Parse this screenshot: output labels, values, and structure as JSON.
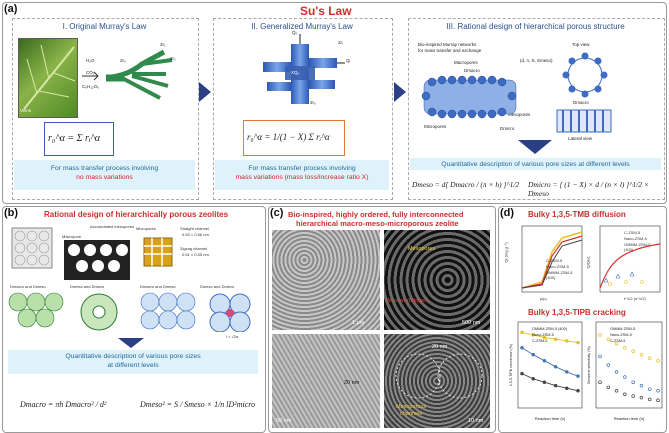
{
  "a": {
    "label": "(a)",
    "title": "Su's Law",
    "col1": {
      "title": "I. Original Murray's Law",
      "formula_left": "r",
      "formula_text": "r₀^α = Σ rᵢ^α",
      "sum_top": "N",
      "sum_bottom": "i = 1",
      "desc1": "For mass transfer process involving",
      "desc2": "no mass variations",
      "img_labels": {
        "h2o": "H₂O",
        "co2": "CO₂",
        "glucose": "C₆H₁₂O₆",
        "veins": "Veins",
        "r1": "2r₁",
        "r2": "2r₂",
        "rc": "2r₀"
      }
    },
    "col2": {
      "title": "II. Generalized Murray's Law",
      "formula_text": "r₀^α = 1/(1 − X) Σ rᵢ^α",
      "desc1": "For mass transfer process involving",
      "desc2": "mass variations (mass loss/increase ratio X)",
      "img_labels": {
        "q0": "Q₀",
        "qi": "Qᵢ",
        "xq": "XQ₀",
        "r0": "2r₀",
        "ri": "2rᵢ"
      }
    },
    "col3": {
      "title": "III. Rational design of hierarchical porous structure",
      "net_label1": "Bio-inspired Murray networks",
      "net_label2": "for mass transfer and exchange",
      "macropores": "Macropores",
      "mesopores": "Mesopores",
      "micropores": "Micropores",
      "top_view": "Top view",
      "lateral_view": "Lateral view",
      "params": "(d, n, S, Smeso)",
      "dmacro": "Dmacro",
      "dmeso": "Dmeso",
      "dmicro": "Dmicro",
      "desc": "Quantitative description of various pore sizes at different levels",
      "formula_meso": "Dmeso = d[ Dmacro / (π × h) ]^1/2",
      "formula_micro": "Dmicro = [ (1 − X) × d / (n × l) ]^1/2 × Dmeso"
    }
  },
  "b": {
    "label": "(b)",
    "title": "Rational design of hierarchically porous zeolites",
    "accum": "Accumulated mesopores",
    "macropore": "Macropore",
    "micropores": "Micropores",
    "straight": "Straight channel",
    "straight_dim": "0.53 × 0.56 nm",
    "zigzag": "Zigzag channel",
    "zigzag_dim": "0.51 × 0.55 nm",
    "dmacro_dmeso_1": "Dmacro and Dmeso",
    "dmeso_dmicro_1": "Dmeso and Dmicro",
    "dmacro_dmeso_2": "Dmacro and Dmeso",
    "dmeso_dmicro_2": "Dmeso and Dmicro",
    "l_eq": "l = √2a",
    "desc1": "Quantitative description of various pore sizes",
    "desc2": "at different levels",
    "formula1": "Dmacro = πh Dmacro² / d²",
    "formula2": "Dmeso² = S / Smeso × 1/n lD²micro"
  },
  "c": {
    "label": "(c)",
    "title1": "Bio-inspired, highly ordered, fully interconnected",
    "title2": "hierarchical macro-meso-microporous zeolite",
    "scale1": "1 μm",
    "scale2": "500 nm",
    "scale3": "50 nm",
    "scale4": "10 nm",
    "meso_label": "Mesopores",
    "d20a": "20 nm",
    "d20b": "20 nm",
    "mesoporous_label1": "Mesoporous",
    "mesoporous_label2": "channels",
    "window_label": "Window (bridges)"
  },
  "d": {
    "label": "(d)",
    "title1": "Bulky 1,3,5-TMB diffusion",
    "title2": "Bulky 1,3,5-TIPB cracking",
    "legend1": [
      "C-ZSM-5",
      "Nano-ZSM-5",
      "OMMM-ZSM-5 (400)"
    ],
    "legend2": [
      "OMMM-ZSM-5 (400)",
      "Nano-ZSM-5",
      "C-ZSM-5"
    ],
    "legend3": [
      "OMMM-ZSM-5",
      "Nano-ZSM-5",
      "C-ZSM-5"
    ],
    "ylabel1": "Qt (mg g⁻¹)",
    "xlabel1": "p/p₀",
    "ylabel2": "Q/Qeq",
    "xlabel2": "t^1/2 (s^1/2)",
    "ylabel3": "1,3,5-TIPB conversion (%)",
    "xlabel3": "Reaction time (h)",
    "ylabel4": "Benzene selectivity (%)",
    "xlabel4": "Reaction time (h)",
    "colors": {
      "red": "#d73027",
      "blue": "#4575b4",
      "yellow": "#e6c02a",
      "gray": "#444444"
    },
    "chart_data": [
      {
        "type": "line",
        "x": [
          0,
          2,
          4,
          6,
          8,
          10
        ],
        "series": [
          {
            "name": "OMMM-ZSM-5 (400)",
            "values": [
              88,
              85,
              82,
              80,
              78,
              76
            ]
          },
          {
            "name": "Nano-ZSM-5",
            "values": [
              70,
              62,
              55,
              48,
              42,
              37
            ]
          },
          {
            "name": "C-ZSM-5",
            "values": [
              40,
              34,
              30,
              26,
              23,
              20
            ]
          }
        ],
        "xlabel": "Reaction time (h)",
        "ylabel": "1,3,5-TIPB conversion (%)",
        "ylim": [
          0,
          100
        ]
      },
      {
        "type": "scatter",
        "x": [
          1,
          2,
          3,
          4,
          5,
          6,
          7,
          8
        ],
        "series": [
          {
            "name": "OMMM-ZSM-5",
            "values": [
              85,
              80,
              75,
              70,
              66,
              62,
              58,
              55
            ]
          },
          {
            "name": "Nano-ZSM-5",
            "values": [
              60,
              50,
              42,
              36,
              30,
              26,
              22,
              20
            ]
          },
          {
            "name": "C-ZSM-5",
            "values": [
              30,
              24,
              20,
              16,
              14,
              12,
              10,
              9
            ]
          }
        ],
        "xlabel": "Reaction time (h)",
        "ylabel": "Benzene selectivity (%)"
      }
    ]
  }
}
